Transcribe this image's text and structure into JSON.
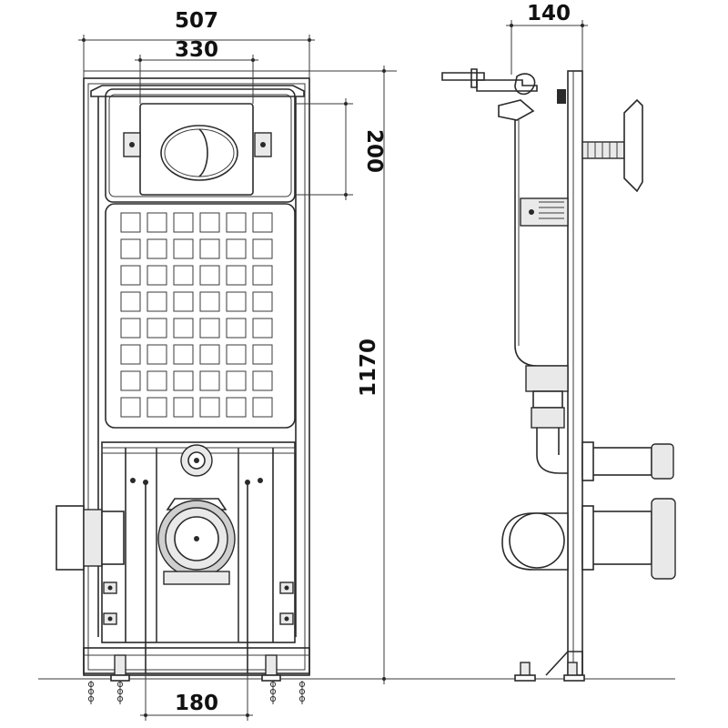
{
  "dimensions": {
    "frame_width": "507",
    "button_spacing": "330",
    "button_height": "200",
    "frame_height": "1170",
    "frame_depth": "140",
    "pipe_spacing": "180"
  }
}
